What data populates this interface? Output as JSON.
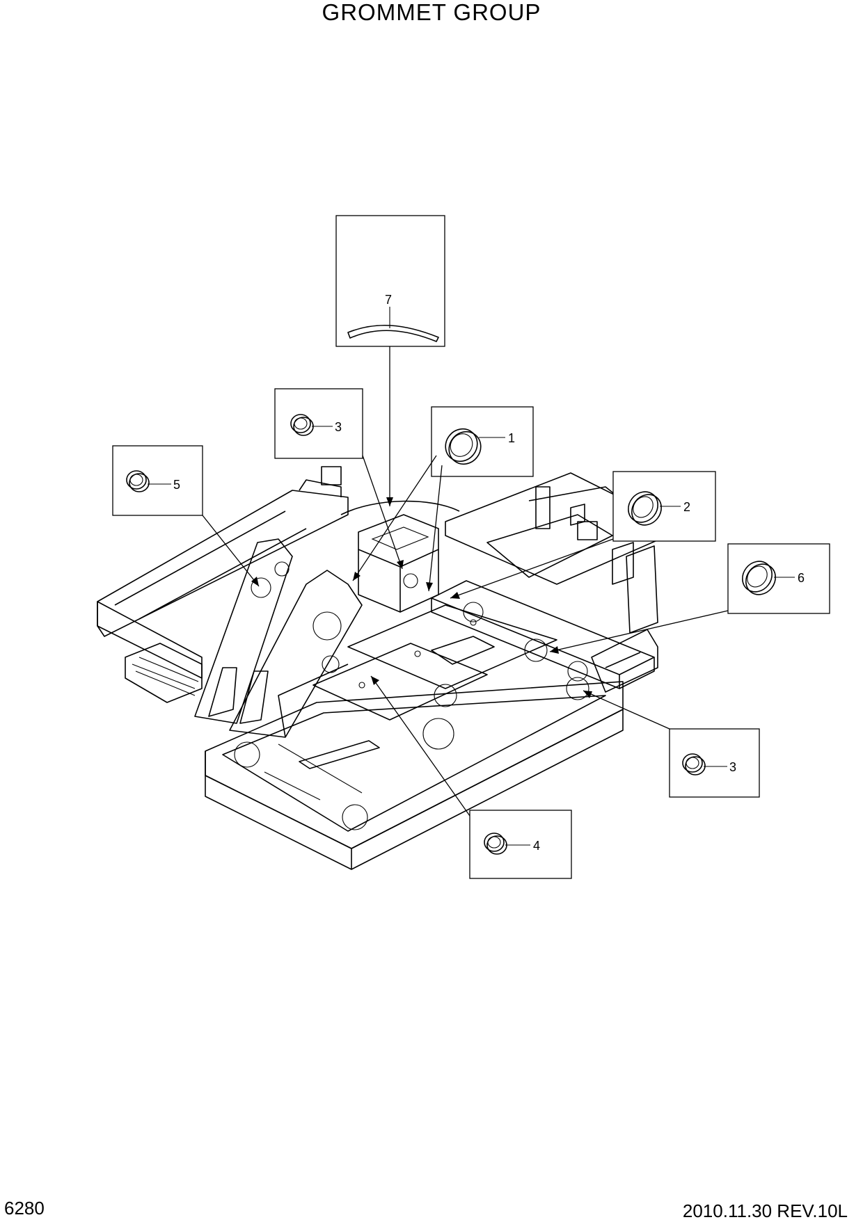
{
  "page": {
    "title": "GROMMET GROUP",
    "page_number": "6280",
    "revision": "2010.11.30  REV.10L"
  },
  "callouts": [
    {
      "label": "7"
    },
    {
      "label": "3"
    },
    {
      "label": "1"
    },
    {
      "label": "5"
    },
    {
      "label": "2"
    },
    {
      "label": "6"
    },
    {
      "label": "3"
    },
    {
      "label": "4"
    }
  ]
}
